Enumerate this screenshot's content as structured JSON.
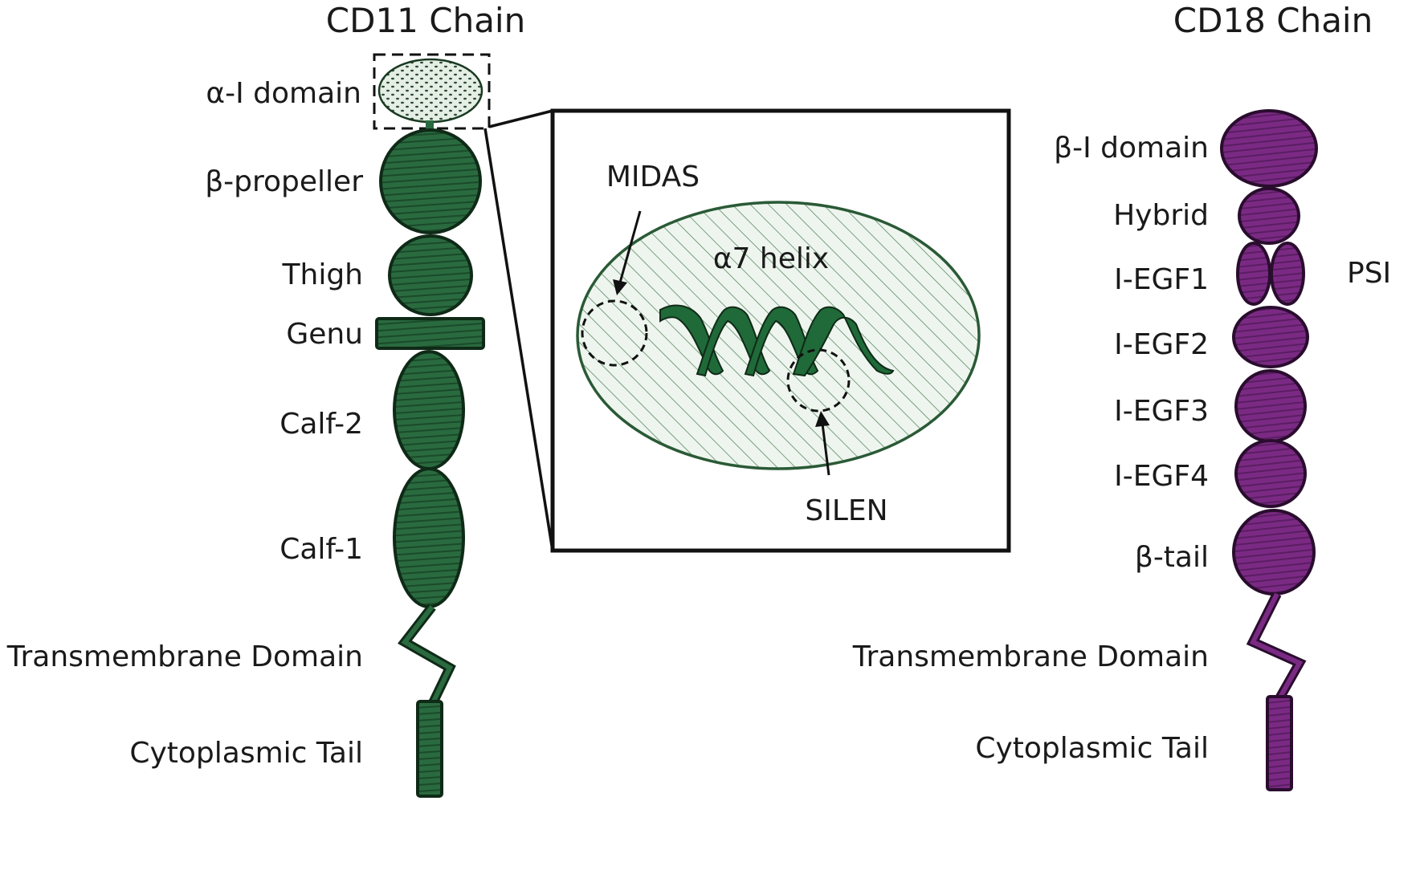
{
  "colors": {
    "cd11_fill": "#2a6a3f",
    "cd11_stroke": "#0f2a17",
    "cd18_fill": "#7b2a84",
    "cd18_stroke": "#2a0d2e",
    "alpha_i_fill": "#e4eee4",
    "inset_fill": "#eef5ee",
    "outline": "#111111"
  },
  "cd11": {
    "title": "CD11 Chain",
    "labels": {
      "alpha_i": "α-I domain",
      "beta_propeller": "β-propeller",
      "thigh": "Thigh",
      "genu": "Genu",
      "calf2": "Calf-2",
      "calf1": "Calf-1",
      "tm": "Transmembrane Domain",
      "tail": "Cytoplasmic Tail"
    }
  },
  "cd18": {
    "title": "CD18 Chain",
    "labels": {
      "beta_i": "β-I domain",
      "hybrid": "Hybrid",
      "psi": "PSI",
      "egf1": "I-EGF1",
      "egf2": "I-EGF2",
      "egf3": "I-EGF3",
      "egf4": "I-EGF4",
      "beta_tail": "β-tail",
      "tm": "Transmembrane Domain",
      "tail": "Cytoplasmic Tail"
    }
  },
  "inset": {
    "midas": "MIDAS",
    "helix": "α7 helix",
    "silen": "SILEN"
  }
}
